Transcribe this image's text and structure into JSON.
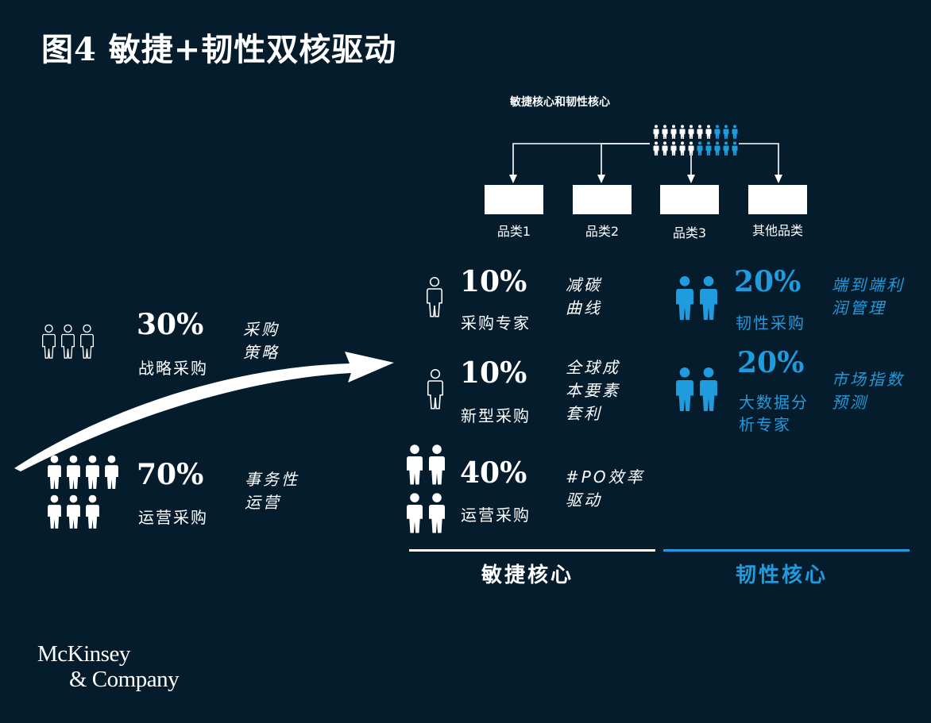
{
  "title": "图4 敏捷+韧性双核驱动",
  "top_diagram": {
    "title": "敏捷核心和韧性核心",
    "categories": [
      "品类1",
      "品类2",
      "品类3",
      "其他品类"
    ]
  },
  "left": {
    "strategic": {
      "percent": "30%",
      "label": "战略采购",
      "desc_lines": [
        "采购",
        "策略"
      ]
    },
    "operational": {
      "percent": "70%",
      "label": "运营采购",
      "desc_lines": [
        "事务性",
        "运营"
      ]
    }
  },
  "agile": [
    {
      "percent": "10%",
      "label": "采购专家",
      "desc_lines": [
        "减碳",
        "曲线"
      ]
    },
    {
      "percent": "10%",
      "label": "新型采购",
      "desc_lines": [
        "全球成",
        "本要素",
        "套利"
      ]
    },
    {
      "percent": "40%",
      "label": "运营采购",
      "desc_lines": [
        "#PO效率",
        "驱动"
      ]
    }
  ],
  "resilience": [
    {
      "percent": "20%",
      "label_lines": [
        "韧性采购"
      ],
      "desc_lines": [
        "端到端利",
        "润管理"
      ]
    },
    {
      "percent": "20%",
      "label_lines": [
        "大数据分",
        "析专家"
      ],
      "desc_lines": [
        "市场指数",
        "预测"
      ]
    }
  ],
  "footer": {
    "agile_core": "敏捷核心",
    "resilience_core": "韧性核心"
  },
  "logo": {
    "line1": "McKinsey",
    "line2": "& Company"
  },
  "colors": {
    "background": "#051c2c",
    "accent_blue": "#1f9bde",
    "white": "#ffffff"
  }
}
